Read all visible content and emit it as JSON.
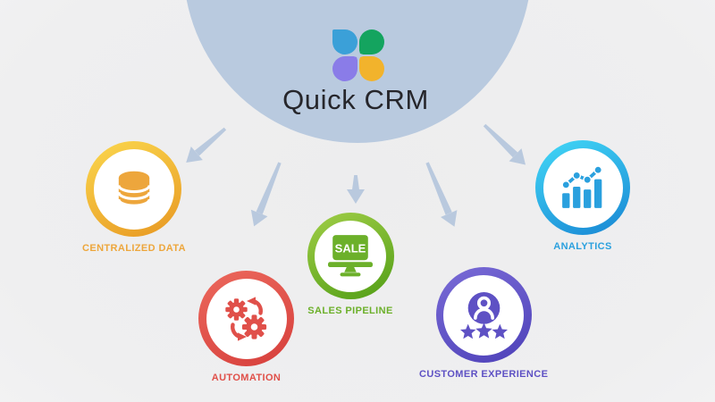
{
  "hub": {
    "title": "Quick CRM"
  },
  "logo": {
    "petal_colors": {
      "blue": "#3ba0d8",
      "green": "#14a45f",
      "purple": "#8a7ce8",
      "yellow": "#f2b32c"
    }
  },
  "nodes": [
    {
      "id": "centralized-data",
      "label": "CENTRALIZED DATA",
      "color": "#eda63c",
      "color_light": "#f9d24a",
      "color_dark": "#e99d26",
      "icon": "database-icon"
    },
    {
      "id": "automation",
      "label": "AUTOMATION",
      "color": "#e0504a",
      "color_light": "#ea655a",
      "color_dark": "#d8423e",
      "icon": "gears-sync-icon"
    },
    {
      "id": "sales-pipeline",
      "label": "SALES PIPELINE",
      "color": "#6cb02a",
      "color_light": "#9aca43",
      "color_dark": "#58a21a",
      "icon": "sale-monitor-icon",
      "screen_text": "SALE"
    },
    {
      "id": "customer-experience",
      "label": "CUSTOMER EXPERIENCE",
      "color": "#5e51c4",
      "color_light": "#7668d4",
      "color_dark": "#5144bb",
      "icon": "user-rating-stars-icon"
    },
    {
      "id": "analytics",
      "label": "ANALYTICS",
      "color": "#2aa0de",
      "color_light": "#40d2f4",
      "color_dark": "#1b8cd6",
      "icon": "bar-chart-trend-icon"
    }
  ],
  "colors": {
    "background": "#efeff0",
    "hub_ellipse": "#b9cadf",
    "arrow": "#b9c9de",
    "title_text": "#26262b"
  }
}
